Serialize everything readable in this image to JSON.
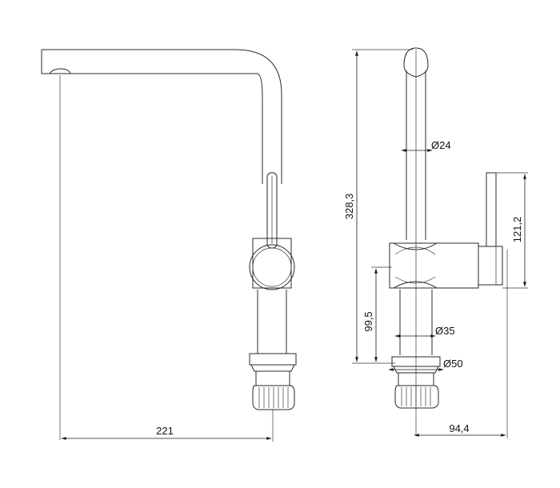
{
  "colors": {
    "line": "#2a2a2a",
    "background": "#ffffff"
  },
  "dimensions": {
    "width_total": "221",
    "height_total": "328,3",
    "spout_diameter": "Ø24",
    "handle_height": "121,2",
    "base_height": "99,5",
    "body_diameter": "Ø35",
    "base_diameter": "Ø50",
    "depth": "94,4"
  }
}
